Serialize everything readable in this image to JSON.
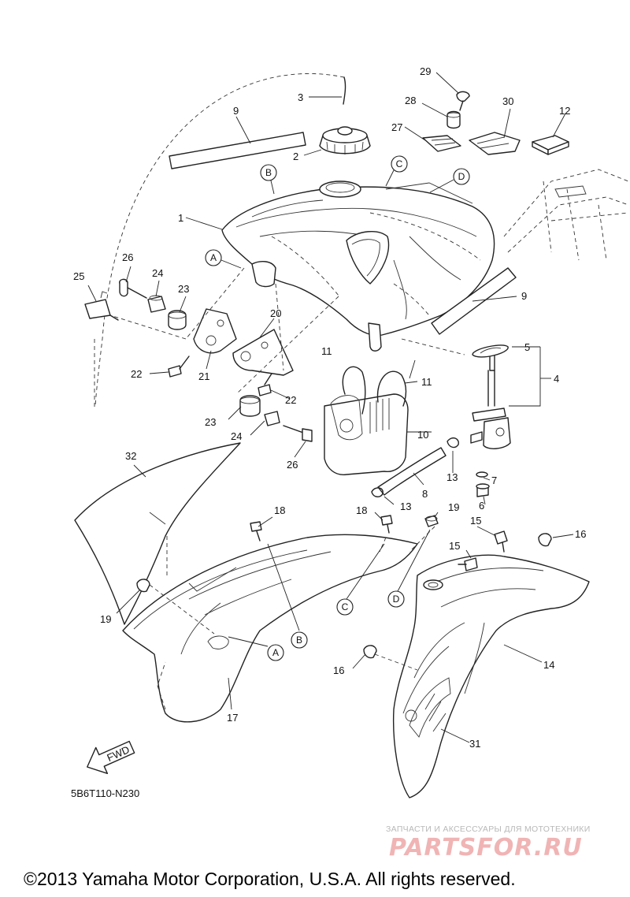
{
  "diagram_code": "5B6T110-N230",
  "fwd_label": "FWD",
  "copyright": "©2013 Yamaha Motor Corporation, U.S.A. All rights reserved.",
  "watermark": {
    "caption": "ЗАПЧАСТИ И АКСЕССУАРЫ ДЛЯ МОТОТЕХНИКИ",
    "brand": "PARTSFOR.RU"
  },
  "part_numbers": [
    "1",
    "2",
    "3",
    "4",
    "5",
    "6",
    "7",
    "8",
    "9",
    "9",
    "10",
    "11",
    "11",
    "12",
    "13",
    "13",
    "14",
    "15",
    "15",
    "16",
    "16",
    "17",
    "18",
    "18",
    "19",
    "19",
    "20",
    "21",
    "22",
    "22",
    "23",
    "23",
    "24",
    "24",
    "25",
    "26",
    "26",
    "27",
    "28",
    "29",
    "30",
    "31",
    "32"
  ],
  "reference_letters": [
    "A",
    "A",
    "B",
    "B",
    "C",
    "C",
    "D",
    "D"
  ]
}
